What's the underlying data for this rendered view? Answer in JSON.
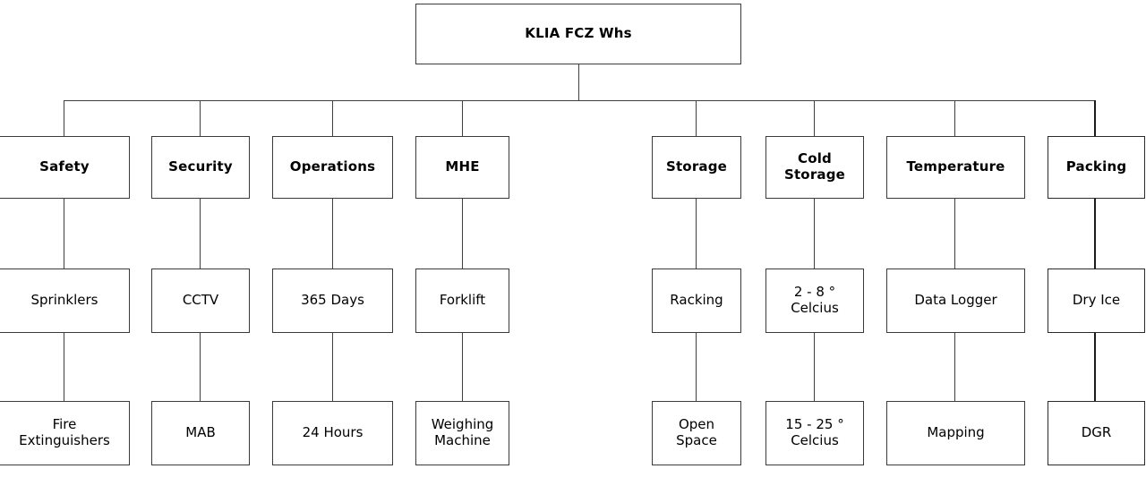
{
  "diagram": {
    "title": "KLIA FCZ Whs",
    "type": "organizational-tree",
    "root": {
      "label": "KLIA FCZ Whs"
    },
    "columns": [
      {
        "category": "Safety",
        "children": [
          "Sprinklers",
          "Fire\nExtinguishers"
        ]
      },
      {
        "category": "Security",
        "children": [
          "CCTV",
          "MAB"
        ]
      },
      {
        "category": "Operations",
        "children": [
          "365 Days",
          "24 Hours"
        ]
      },
      {
        "category": "MHE",
        "children": [
          "Forklift",
          "Weighing\nMachine"
        ]
      },
      {
        "category": "Storage",
        "children": [
          "Racking",
          "Open\nSpace"
        ]
      },
      {
        "category": "Cold\nStorage",
        "children": [
          "2 - 8 °\nCelcius",
          "15 - 25 °\nCelcius"
        ]
      },
      {
        "category": "Temperature",
        "children": [
          "Data Logger",
          "Mapping"
        ]
      },
      {
        "category": "Packing",
        "children": [
          "Dry Ice",
          "DGR"
        ]
      }
    ]
  },
  "style": {
    "box_border_color": "#3a3a3a",
    "connector_color": "#3f3f3f",
    "emphasis_connector_color": "#1b1b1b",
    "background_color": "#ffffff",
    "text_color": "#000000"
  }
}
